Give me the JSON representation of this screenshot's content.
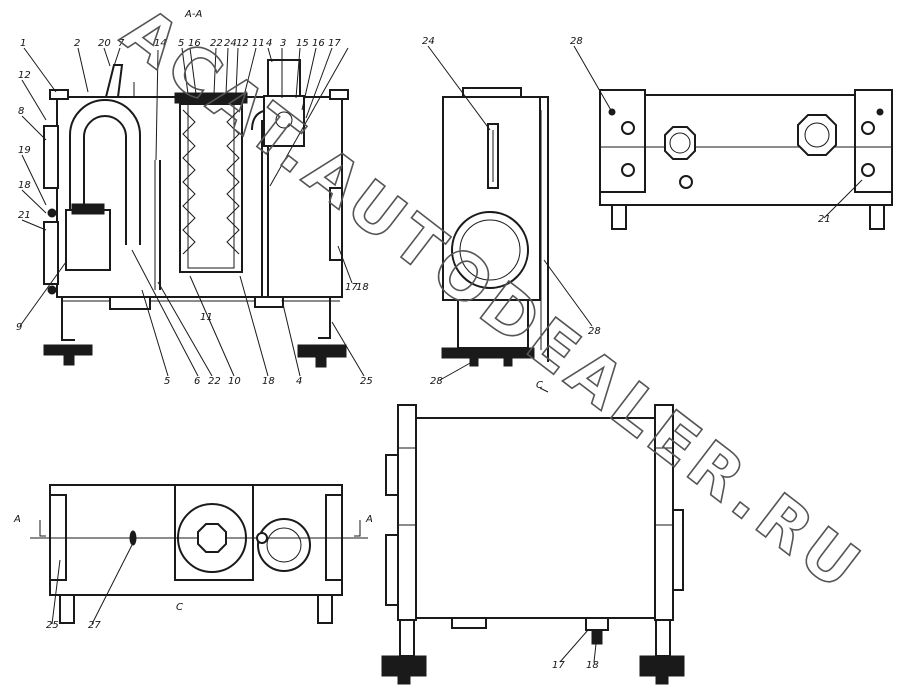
{
  "drawing": {
    "section_title": "A-A",
    "section_marker": "A",
    "bottom_marker": "C",
    "side_marker": "C",
    "front_labels": [
      "1",
      "2",
      "20",
      "7",
      "14",
      "5",
      "16",
      "22",
      "24",
      "12",
      "11",
      "4",
      "3",
      "15",
      "16",
      "17",
      "12",
      "8",
      "19",
      "18",
      "21",
      "9",
      "5",
      "6",
      "22",
      "10",
      "18",
      "4",
      "25",
      "17",
      "18",
      "11"
    ],
    "side_labels": [
      "24",
      "28"
    ],
    "top_labels": [
      "28",
      "21"
    ],
    "plan_labels": [
      "25",
      "27"
    ],
    "elev_labels": [
      "17",
      "18"
    ],
    "watermark": "ACAT.AUTODEALER.RU"
  }
}
